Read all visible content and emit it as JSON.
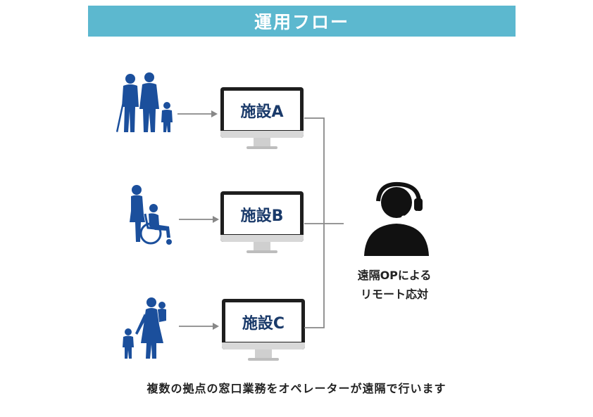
{
  "title": "運用フロー",
  "facilities": [
    {
      "label": "施設A",
      "people_icon": "family-with-elderly-and-child-icon"
    },
    {
      "label": "施設B",
      "people_icon": "caregiver-with-wheelchair-user-icon"
    },
    {
      "label": "施設C",
      "people_icon": "mother-with-children-icon"
    }
  ],
  "operator": {
    "icon": "headset-operator-icon",
    "caption_line1": "遠隔OPによる",
    "caption_line2": "リモート応対"
  },
  "bottom_caption": "複数の拠点の窓口業務をオペレーターが遠隔で行います",
  "colors": {
    "title_bar": "#5cb8cf",
    "people": "#1b4f9c",
    "monitor_label": "#1a3a6a",
    "operator": "#111111",
    "connector": "#888888"
  }
}
